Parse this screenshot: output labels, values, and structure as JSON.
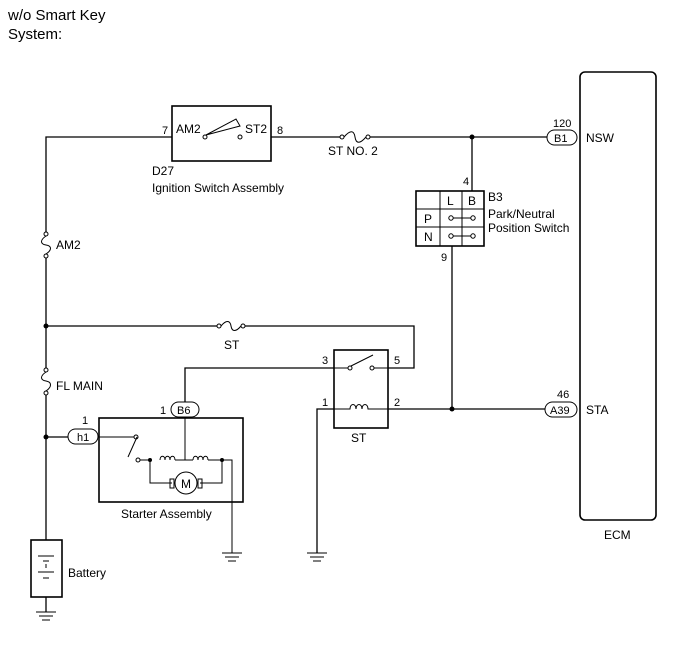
{
  "header": {
    "line1": "w/o Smart Key",
    "line2": "System:"
  },
  "ignition_switch": {
    "code": "D27",
    "name": "Ignition Switch Assembly",
    "pin_am2": "7",
    "label_am2": "AM2",
    "label_st2": "ST2",
    "pin_st2": "8"
  },
  "fuses": {
    "st_no2": "ST NO. 2",
    "am2": "AM2",
    "fl_main": "FL MAIN",
    "st": "ST"
  },
  "ecm": {
    "name": "ECM",
    "nsw_pin": "120",
    "nsw_conn": "B1",
    "nsw_label": "NSW",
    "sta_pin": "46",
    "sta_conn": "A39",
    "sta_label": "STA"
  },
  "park_neutral": {
    "code": "B3",
    "name_line1": "Park/Neutral",
    "name_line2": "Position Switch",
    "col_l": "L",
    "col_b": "B",
    "row_p": "P",
    "row_n": "N",
    "pin_in": "4",
    "pin_out": "9"
  },
  "st_relay": {
    "name": "ST",
    "pin1": "1",
    "pin2": "2",
    "pin3": "3",
    "pin5": "5"
  },
  "starter": {
    "name": "Starter Assembly",
    "conn_b6": "B6",
    "pin_b6": "1",
    "conn_h1": "h1",
    "pin_h1": "1",
    "motor": "M"
  },
  "battery": {
    "name": "Battery"
  },
  "colors": {
    "line": "#000000",
    "background": "#ffffff"
  }
}
